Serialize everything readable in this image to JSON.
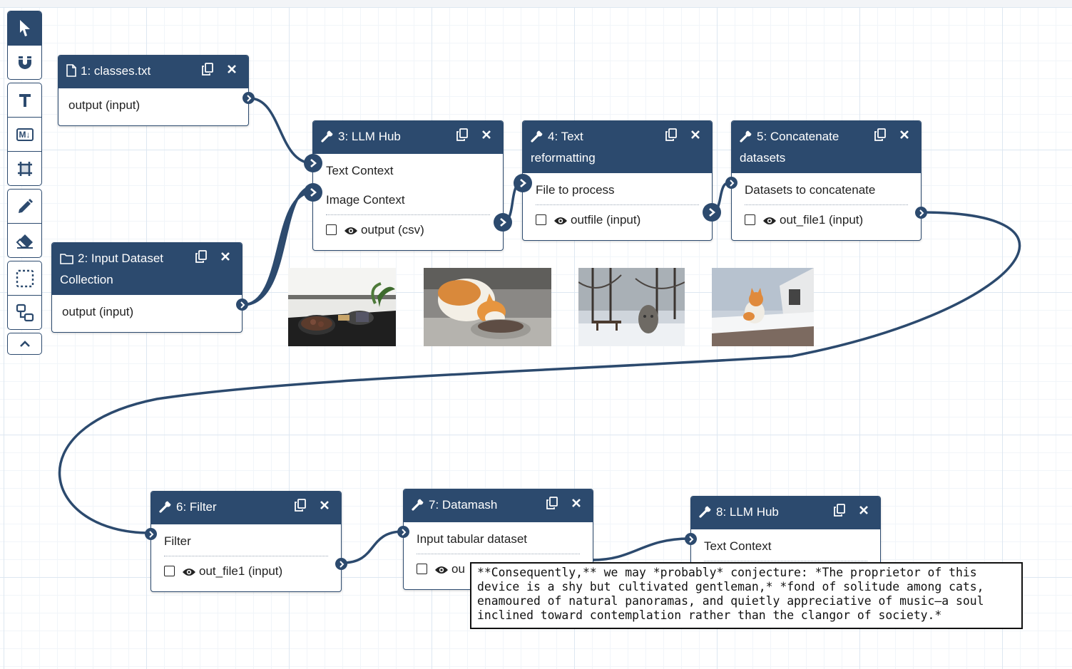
{
  "toolbar": {
    "tools": [
      "pointer-icon",
      "magnet-icon",
      "text-icon",
      "markdown-icon",
      "frame-icon",
      "pencil-icon",
      "eraser-icon",
      "box-select-icon",
      "auto-layout-icon",
      "chevron-up-icon"
    ],
    "markdown_badge": "M↓"
  },
  "nodes": {
    "n1": {
      "title": "1: classes.txt",
      "rows": [
        "output (input)"
      ]
    },
    "n2": {
      "title_line1": "2: Input Dataset",
      "title_line2": "Collection",
      "rows": [
        "output (input)"
      ]
    },
    "n3": {
      "title": "3: LLM Hub",
      "inputs": [
        "Text Context",
        "Image Context"
      ],
      "output": "output (csv)"
    },
    "n4": {
      "title_line1": "4: Text",
      "title_line2": "reformatting",
      "input": "File to process",
      "output": "outfile (input)"
    },
    "n5": {
      "title_line1": "5: Concatenate",
      "title_line2": "datasets",
      "input": "Datasets to concatenate",
      "output": "out_file1 (input)"
    },
    "n6": {
      "title": "6: Filter",
      "input": "Filter",
      "output": "out_file1 (input)"
    },
    "n7": {
      "title": "7: Datamash",
      "input": "Input tabular dataset",
      "output": "ou"
    },
    "n8": {
      "title": "8: LLM Hub",
      "input": "Text Context"
    }
  },
  "images": [
    "kitchen-stove-photo",
    "cat-eating-photo",
    "snowy-park-photo",
    "cat-on-snow-photo"
  ],
  "colors": {
    "node_header": "#2c4a6e",
    "wire": "#2c4a6e",
    "grid": "#dde7f1"
  },
  "note": {
    "lines": [
      "**Consequently,** we may *probably* conjecture: *The proprietor of this",
      "device is a shy but cultivated gentleman,* *fond of solitude among cats,",
      "enamoured of natural panoramas, and quietly appreciative of music—a soul",
      "inclined toward contemplation rather than the clangor of society.*"
    ]
  }
}
